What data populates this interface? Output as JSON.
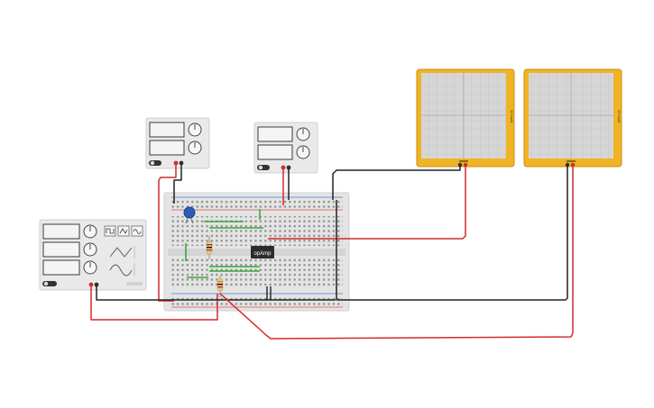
{
  "canvas": {
    "background": "#ffffff"
  },
  "colors": {
    "wire_red": "#d42a2a",
    "wire_black": "#222222",
    "wire_green": "#3aa83a",
    "breadboard": "#e4e4e4",
    "rail_red": "#d9534f",
    "rail_blue": "#4a7fd1",
    "instrument_body": "#e9e9e9",
    "display_bg": "#f4f4f4",
    "scope_frame": "#f0b323",
    "scope_screen": "#d6d6d6",
    "scope_grid": "#bdbdbd",
    "chip": "#2b2b2b",
    "capacitor_ceramic": "#2a5fb5",
    "resistor_body": "#e7c98a"
  },
  "components": {
    "opamp_chip": {
      "label": "opAmp"
    },
    "oscilloscope_1": {
      "vertical_text": "10 ms/d"
    },
    "oscilloscope_2": {
      "vertical_text": "10 ms/d"
    }
  },
  "icons": {
    "waveform_buttons": [
      "square-wave-icon",
      "triangle-wave-icon",
      "sine-wave-icon"
    ],
    "knob": "rotary-knob-icon",
    "power_toggle": "power-switch-icon"
  }
}
